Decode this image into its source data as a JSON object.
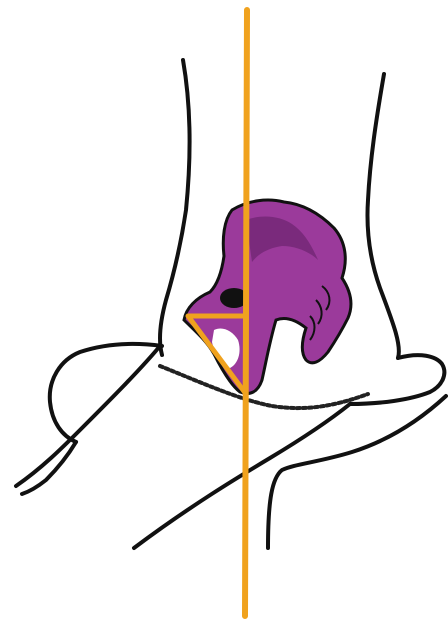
{
  "colors": {
    "background": "#ffffff",
    "outline": "#111111",
    "pelvis_fill": "#9b3a9b",
    "pelvis_shadow": "#7a2a7c",
    "reference_line": "#f0a21e",
    "hole": "#111111",
    "dotted_line": "#222222"
  },
  "icons": {
    "body_outline": "hips-and-thigh-silhouette",
    "pelvis": "pelvis-bone-icon",
    "reference_line": "vertical-plumb-line",
    "angle_marker": "triangle-angle-marker"
  }
}
